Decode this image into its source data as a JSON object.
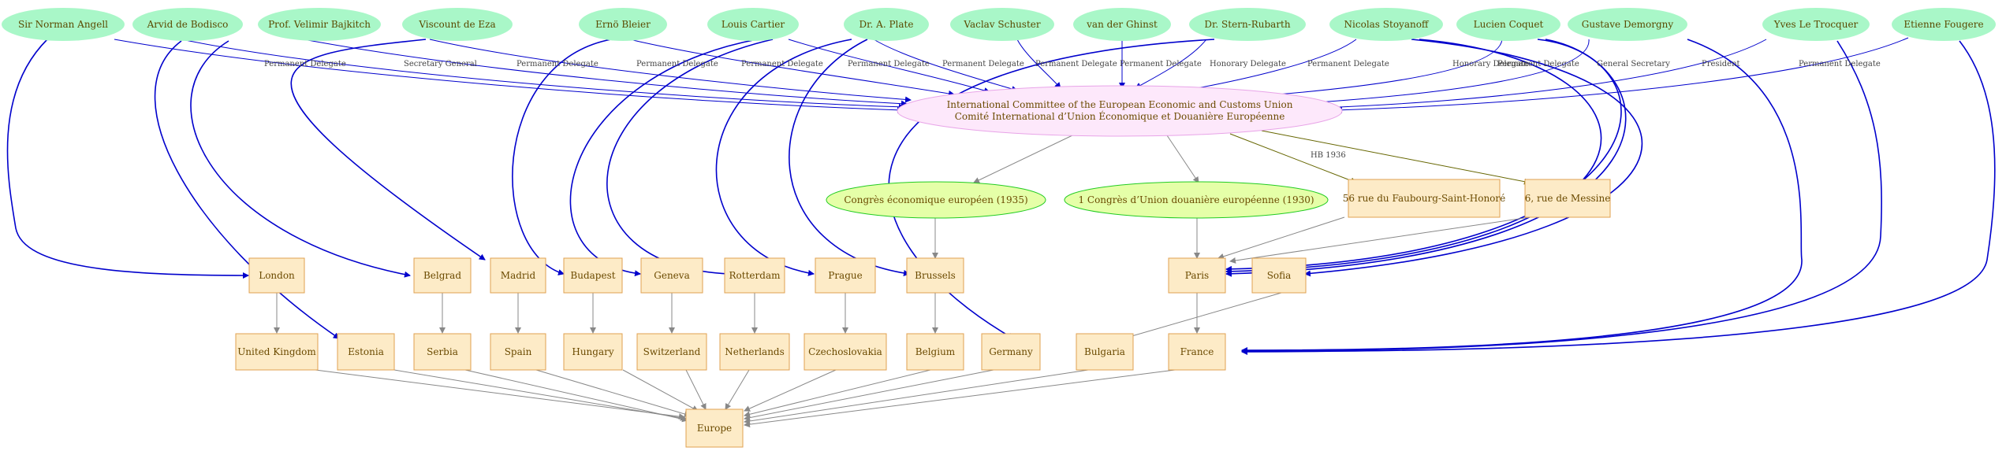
{
  "colors": {
    "person_fill": "#a9f7c8",
    "org_fill": "#fde8fb",
    "org_stroke": "#e8a4e8",
    "event_fill": "#e5ffa8",
    "event_stroke": "#22cc22",
    "place_fill": "#fdebc7",
    "place_stroke": "#e0a050",
    "edge_blue": "#0000cc",
    "edge_grey": "#888888",
    "edge_olive": "#666600",
    "text": "#6b4a00"
  },
  "org": {
    "line1": "International Committee of the European Economic and Customs Union",
    "line2": "Comité International d’Union Économique et Douanière Européenne"
  },
  "people": [
    "Sir Norman Angell",
    "Arvid de Bodisco",
    "Prof. Velimir Bajkitch",
    "Viscount  de Eza",
    "Ernö Bleier",
    "Louis Cartier",
    "Dr. A. Plate",
    "Vaclav Schuster",
    "van der Ghinst",
    "Dr. Stern-Rubarth",
    "Nicolas Stoyanoff",
    "Lucien Coquet",
    "Gustave Demorgny",
    "Yves Le Trocquer",
    "Etienne Fougere"
  ],
  "edge_labels": [
    "Permanent Delegate",
    "Secretary General",
    "Permanent Delegate",
    "Permanent Delegate",
    "Permanent Delegate",
    "Permanent Delegate",
    "Permanent Delegate",
    "Permanent Delegate",
    "Permanent Delegate",
    "Honorary Delegate",
    "Permanent Delegate",
    "Honorary Delegate",
    "Permanent Delegate",
    "General Secretary",
    "President",
    "Permanent Delegate",
    "HB 1936"
  ],
  "events": [
    "Congrès économique européen (1935)",
    "1 Congrès d’Union douanière européenne (1930)"
  ],
  "addresses": [
    "56 rue du Faubourg-Saint-Honoré",
    "6, rue de Messine"
  ],
  "cities": [
    "London",
    "Belgrad",
    "Madrid",
    "Budapest",
    "Geneva",
    "Rotterdam",
    "Prague",
    "Brussels",
    "Paris",
    "Sofia"
  ],
  "countries": [
    "United Kingdom",
    "Estonia",
    "Serbia",
    "Spain",
    "Hungary",
    "Switzerland",
    "Netherlands",
    "Czechoslovakia",
    "Belgium",
    "Germany",
    "Bulgaria",
    "France"
  ],
  "continent": "Europe"
}
